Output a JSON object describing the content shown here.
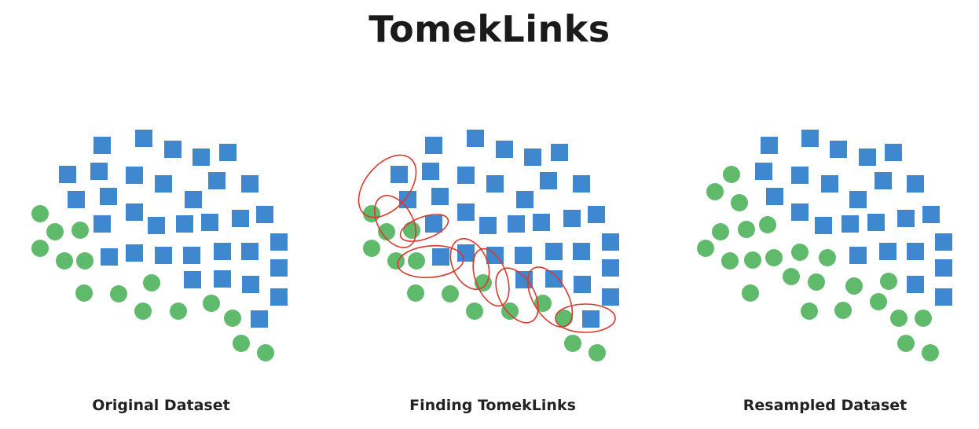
{
  "title": "TomekLinks",
  "colors": {
    "square": "#3f88cf",
    "circle": "#5fba6c",
    "link": "#d9392c"
  },
  "panels": [
    {
      "label": "Original Dataset"
    },
    {
      "label": "Finding TomekLinks"
    },
    {
      "label": "Resampled Dataset"
    }
  ]
}
